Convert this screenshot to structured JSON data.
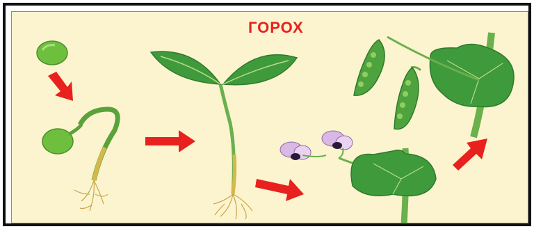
{
  "title": "ГОРОХ",
  "colors": {
    "background": "#fbf4cf",
    "arrow": "#e8201e",
    "leaf": "#3f9a3c",
    "leaf_dark": "#2f7a2c",
    "stem": "#6ab04c",
    "root": "#c9a648",
    "seed": "#6fbf3f",
    "flower_petal": "#d9b8e6",
    "flower_center": "#2a1a3a"
  },
  "stages": [
    {
      "id": "seed",
      "icon": "pea-seed-icon"
    },
    {
      "id": "germinating-seed",
      "icon": "sprouting-seed-icon"
    },
    {
      "id": "seedling",
      "icon": "seedling-icon"
    },
    {
      "id": "flowering-plant",
      "icon": "flowering-pea-icon"
    },
    {
      "id": "fruiting-plant",
      "icon": "pea-pods-icon"
    }
  ]
}
